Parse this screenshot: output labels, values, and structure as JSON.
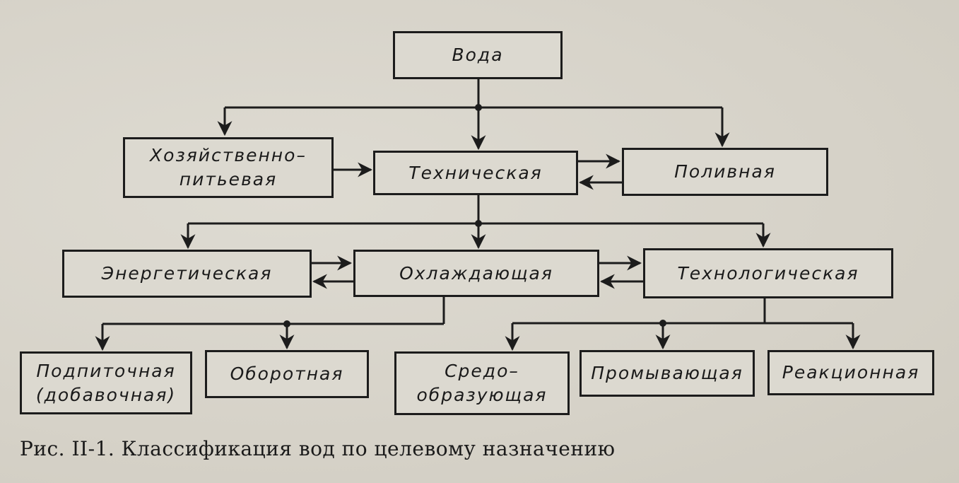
{
  "diagram": {
    "nodes": {
      "voda": "Вода",
      "household": "Хозяйственно–\nпитьевая",
      "technical": "Техническая",
      "irrigation": "Поливная",
      "energy": "Энергетическая",
      "cooling": "Охлаждающая",
      "technological": "Технологическая",
      "makeup": "Подпиточная\n(добавочная)",
      "recycled": "Оборотная",
      "medium": "Средо–\nобразующая",
      "washing": "Промывающая",
      "reaction": "Реакционная"
    },
    "edges": [
      [
        "voda",
        "household"
      ],
      [
        "voda",
        "technical"
      ],
      [
        "voda",
        "irrigation"
      ],
      [
        "household",
        "technical"
      ],
      [
        "technical",
        "irrigation"
      ],
      [
        "irrigation",
        "technical"
      ],
      [
        "technical",
        "energy"
      ],
      [
        "technical",
        "cooling"
      ],
      [
        "technical",
        "technological"
      ],
      [
        "energy",
        "cooling"
      ],
      [
        "cooling",
        "energy"
      ],
      [
        "cooling",
        "technological"
      ],
      [
        "technological",
        "cooling"
      ],
      [
        "cooling",
        "makeup"
      ],
      [
        "cooling",
        "recycled"
      ],
      [
        "technological",
        "medium"
      ],
      [
        "technological",
        "washing"
      ],
      [
        "technological",
        "reaction"
      ]
    ]
  },
  "caption": "Рис. II-1. Классификация вод по целевому назначению"
}
